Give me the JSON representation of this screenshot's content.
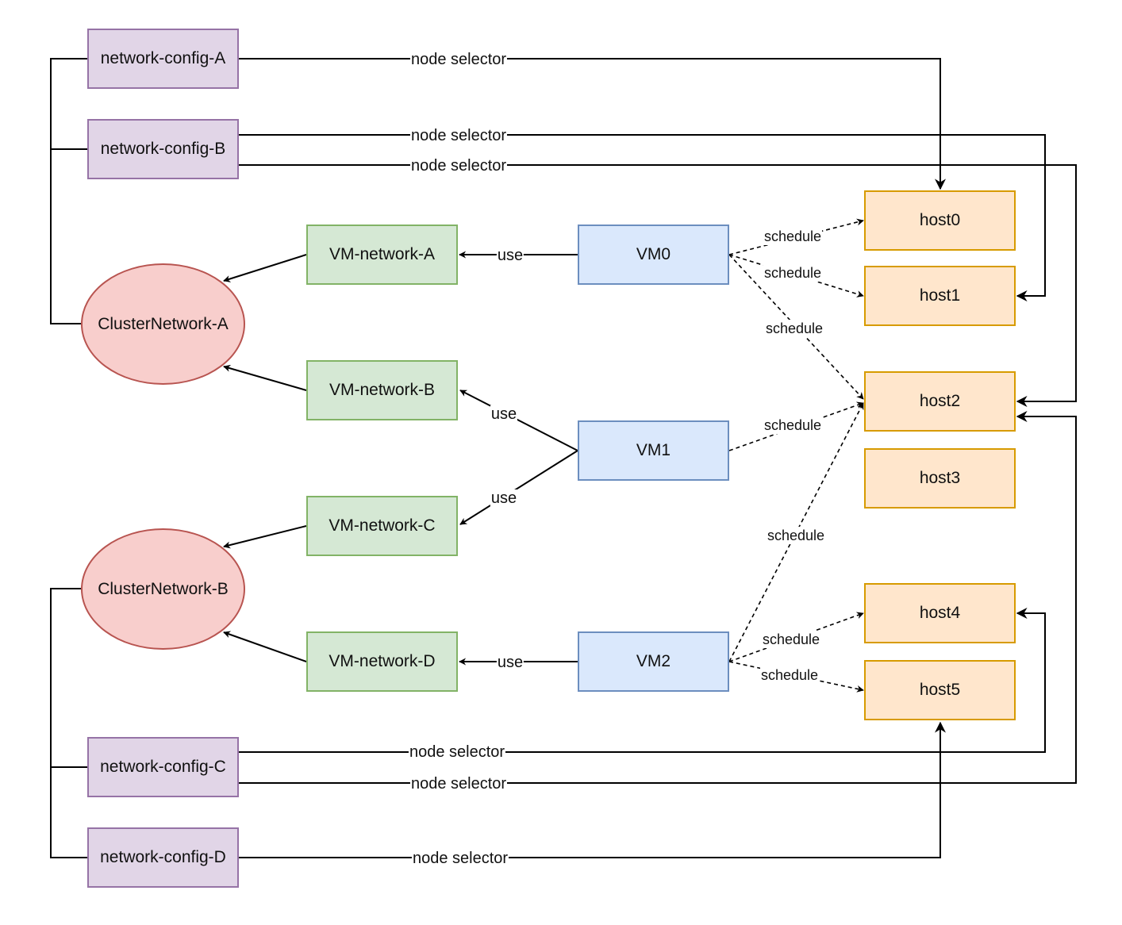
{
  "network_configs": {
    "a": "network-config-A",
    "b": "network-config-B",
    "c": "network-config-C",
    "d": "network-config-D"
  },
  "cluster_networks": {
    "a": "ClusterNetwork-A",
    "b": "ClusterNetwork-B"
  },
  "vm_networks": {
    "a": "VM-network-A",
    "b": "VM-network-B",
    "c": "VM-network-C",
    "d": "VM-network-D"
  },
  "vms": {
    "vm0": "VM0",
    "vm1": "VM1",
    "vm2": "VM2"
  },
  "hosts": {
    "h0": "host0",
    "h1": "host1",
    "h2": "host2",
    "h3": "host3",
    "h4": "host4",
    "h5": "host5"
  },
  "edge_labels": {
    "node_selector": "node selector",
    "use": "use",
    "schedule": "schedule"
  },
  "colors": {
    "network_config_fill": "#e1d5e7",
    "network_config_stroke": "#9673a6",
    "vm_network_fill": "#d5e8d4",
    "vm_network_stroke": "#82b366",
    "vm_fill": "#dae8fc",
    "vm_stroke": "#6c8ebf",
    "host_fill": "#ffe6cc",
    "host_stroke": "#d79b00",
    "cluster_fill": "#f8cecc",
    "cluster_stroke": "#b85450"
  }
}
